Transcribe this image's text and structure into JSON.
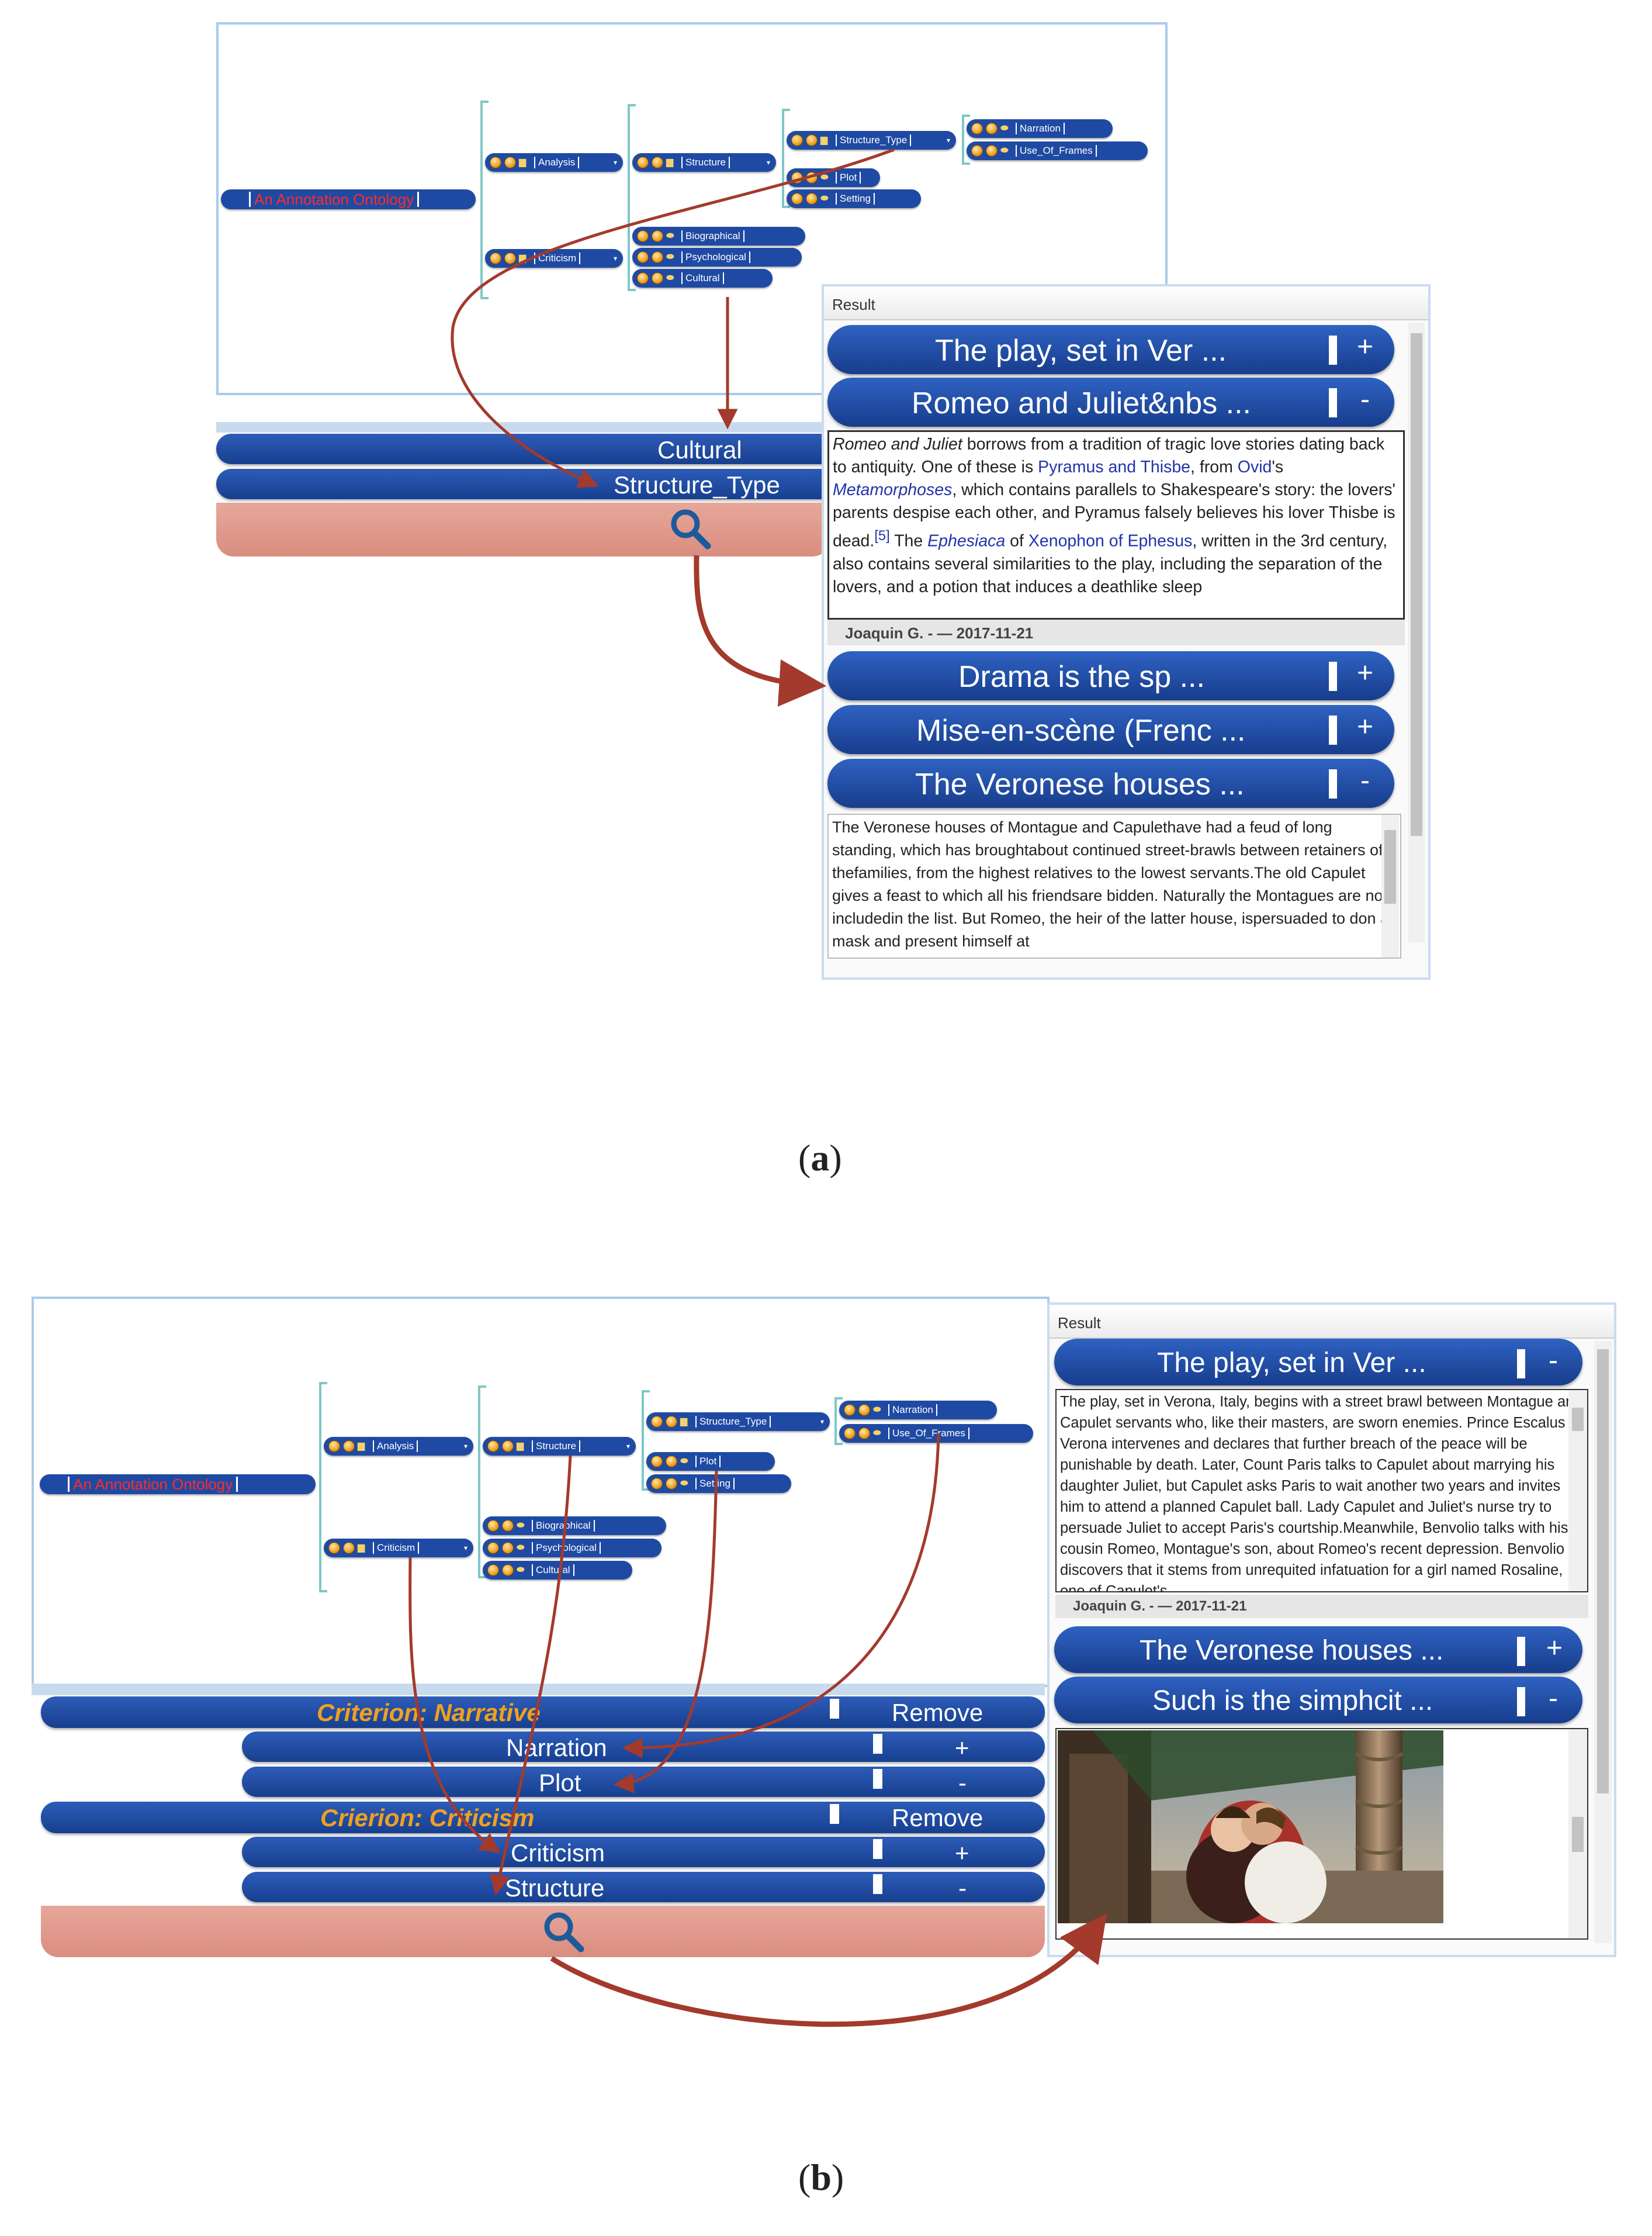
{
  "ontology": {
    "root": "An Annotation Ontology",
    "analysis": "Analysis",
    "criticism": "Criticism",
    "structure": "Structure",
    "structure_type": "Structure_Type",
    "plot": "Plot",
    "setting": "Setting",
    "biographical": "Biographical",
    "psychological": "Psychological",
    "cultural": "Cultural",
    "narration": "Narration",
    "use_of_frames": "Use_Of_Frames"
  },
  "icons": {
    "folder": "folder-icon",
    "tag": "tag-icon",
    "toggle": "orange-circle-icon"
  },
  "colors": {
    "node": "#1f4aa3",
    "search": "#d98d80",
    "arrow": "#a33a2c",
    "criterion": "#f0a020"
  },
  "panel_a": {
    "filters": [
      "Cultural",
      "Structure_Type"
    ],
    "result_header": "Result",
    "results": [
      {
        "title": "The play, set in Ver ...",
        "toggle": "+"
      },
      {
        "title": "Romeo and Juliet&nbs ...",
        "toggle": "-"
      },
      {
        "title": "Drama is the sp ...",
        "toggle": "+"
      },
      {
        "title": "Mise-en-scène (Frenc ...",
        "toggle": "+"
      },
      {
        "title": "The Veronese houses ...",
        "toggle": "-"
      }
    ],
    "text1": {
      "p1": "Romeo and Juliet",
      "p2": " borrows from a tradition of tragic love stories dating back to antiquity. One of these is ",
      "p3": "Pyramus and Thisbe",
      "p4": ", from ",
      "p5": "Ovid",
      "p6": "'s ",
      "p7": "Metamorphoses",
      "p8": ", which contains parallels to Shakespeare's story: the lovers' parents despise each other, and Pyramus falsely believes his lover Thisbe is dead.",
      "p9": "[5]",
      "p10": " The ",
      "p11": "Ephesiaca",
      "p12": " of ",
      "p13": "Xenophon of Ephesus",
      "p14": ", written in the 3rd century, also contains several similarities to the play, including the separation of the lovers, and a potion that induces a deathlike sleep"
    },
    "author": "Joaquin G. - — 2017-11-21",
    "text2": "The Veronese houses of Montague and Capulethave had a feud of long standing, which has broughtabout continued street-brawls between retainers of thefamilies, from the highest relatives to the lowest servants.The old Capulet gives a feast to which all his friendsare bidden. Naturally the Montagues are not includedin the list. But Romeo, the heir of the latter house, ispersuaded to don a mask and present himself at"
  },
  "panel_b": {
    "criteria": [
      {
        "label": "Criterion: Narrative",
        "action": "Remove"
      },
      {
        "label": "Crierion: Criticism",
        "action": "Remove"
      }
    ],
    "subs": [
      {
        "label": "Narration",
        "toggle": "+"
      },
      {
        "label": "Plot",
        "toggle": "-"
      },
      {
        "label": "Criticism",
        "toggle": "+"
      },
      {
        "label": "Structure",
        "toggle": "-"
      }
    ],
    "result_header": "Result",
    "results": [
      {
        "title": "The play, set in Ver ...",
        "toggle": "-"
      },
      {
        "title": "The Veronese houses ...",
        "toggle": "+"
      },
      {
        "title": "Such is the simphcit ...",
        "toggle": "-"
      }
    ],
    "text": "The play, set in Verona, Italy, begins with a street brawl between Montague and Capulet servants who, like their masters, are sworn enemies. Prince Escalus of Verona intervenes and declares that further breach of the peace will be punishable by death. Later, Count Paris talks to Capulet about marrying his daughter Juliet, but Capulet asks Paris to wait another two years and invites him to attend a planned Capulet ball. Lady Capulet and Juliet's nurse try to persuade Juliet to accept Paris's courtship.Meanwhile, Benvolio talks with his cousin Romeo, Montague's son, about Romeo's recent depression. Benvolio discovers that it stems from unrequited infatuation for a girl named Rosaline, one of Capulet's",
    "author": "Joaquin G. - — 2017-11-21"
  },
  "captions": {
    "a": "a",
    "b": "b"
  }
}
